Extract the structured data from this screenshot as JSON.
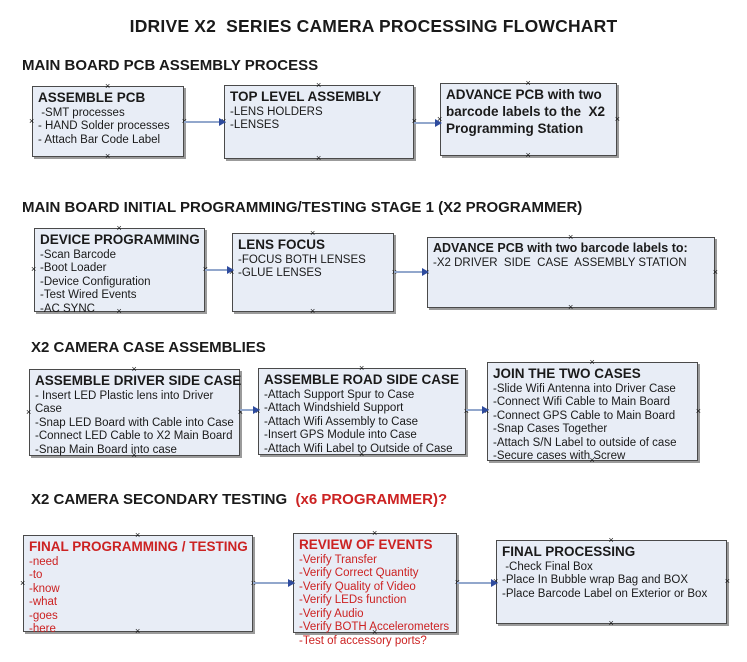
{
  "title": "IDRIVE X2  SERIES CAMERA PROCESSING FLOWCHART",
  "colors": {
    "box_fill": "#e8edf6",
    "box_border": "#4a4a4a",
    "arrow_line": "#92a7cc",
    "arrow_head": "#2e4b9e",
    "accent_red": "#cc2222",
    "text": "#1a1a1a"
  },
  "icons": {
    "anchor_glyph": "×"
  },
  "sections": [
    {
      "header": "MAIN BOARD PCB ASSEMBLY PROCESS",
      "boxes": [
        {
          "title": "ASSEMBLE PCB",
          "items": [
            " -SMT processes",
            "- HAND Solder processes",
            "- Attach Bar Code Label"
          ]
        },
        {
          "title": "TOP LEVEL ASSEMBLY",
          "items": [
            "-LENS HOLDERS",
            "-LENSES"
          ]
        },
        {
          "title": "ADVANCE PCB with two barcode labels to the  X2 Programming Station",
          "items": []
        }
      ]
    },
    {
      "header": "MAIN BOARD INITIAL PROGRAMMING/TESTING STAGE 1 (X2 PROGRAMMER)",
      "boxes": [
        {
          "title": "DEVICE PROGRAMMING",
          "items": [
            "-Scan Barcode",
            "-Boot Loader",
            "-Device Configuration",
            "-Test Wired Events",
            "-AC SYNC"
          ]
        },
        {
          "title": "LENS FOCUS",
          "items": [
            "-FOCUS BOTH LENSES",
            "-GLUE LENSES"
          ]
        },
        {
          "title": "ADVANCE PCB with two barcode labels to:",
          "items": [
            "-X2 DRIVER  SIDE  CASE  ASSEMBLY STATION"
          ]
        }
      ]
    },
    {
      "header": "X2 CAMERA CASE ASSEMBLIES",
      "boxes": [
        {
          "title": "ASSEMBLE DRIVER SIDE CASE",
          "items": [
            "- Insert LED Plastic lens into Driver Case",
            "-Snap LED Board with Cable into Case",
            "-Connect LED Cable to X2 Main Board",
            "-Snap Main Board into case"
          ]
        },
        {
          "title": "ASSEMBLE ROAD SIDE CASE",
          "items": [
            "-Attach Support Spur to Case",
            "-Attach Windshield Support",
            "-Attach Wifi Assembly to Case",
            "-Insert GPS Module into Case",
            "-Attach Wifi Label to Outside of Case"
          ]
        },
        {
          "title": "JOIN THE TWO CASES",
          "items": [
            "-Slide Wifi Antenna into Driver Case",
            "-Connect Wifi Cable to Main Board",
            "-Connect GPS Cable to Main Board",
            "-Snap Cases Together",
            "-Attach S/N Label to outside of case",
            "-Secure cases with Screw"
          ]
        }
      ]
    },
    {
      "header": "X2 CAMERA SECONDARY TESTING ",
      "header_red": " (x6 PROGRAMMER)?",
      "boxes": [
        {
          "title": "FINAL PROGRAMMING / TESTING",
          "items": [
            "-need",
            "-to",
            "-know",
            "-what",
            "-goes",
            "-here"
          ]
        },
        {
          "title": "REVIEW OF EVENTS",
          "items": [
            "-Verify Transfer",
            "-Verify Correct Quantity",
            "-Verify Quality of Video",
            "-Verify LEDs function",
            "-Verify Audio",
            "-Verify BOTH Accelerometers",
            "-Test of accessory ports?"
          ]
        },
        {
          "title": "FINAL PROCESSING",
          "items": [
            " -Check Final Box",
            "-Place In Bubble wrap Bag and BOX",
            "-Place Barcode Label on Exterior or Box"
          ]
        }
      ]
    }
  ]
}
